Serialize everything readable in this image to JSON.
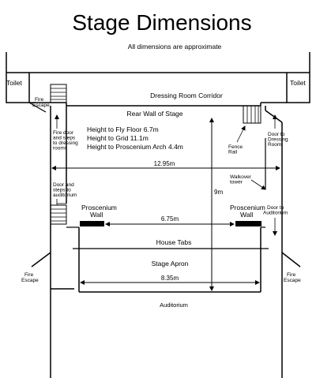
{
  "header": {
    "title": "Stage Dimensions",
    "subtitle": "All dimensions are approximate"
  },
  "rooms": {
    "toilet_left": "Toilet",
    "toilet_right": "Toilet",
    "corridor": "Dressing Room Corridor",
    "rear_wall": "Rear Wall of Stage",
    "house_tabs": "House Tabs",
    "stage_apron": "Stage Apron",
    "auditorium": "Auditorium"
  },
  "heights": [
    "Height to Fly Floor 6.7m",
    "Height to Grid 11.1m",
    "Height to Proscenium Arch 4.4m"
  ],
  "dimensions": {
    "width_rear": "12.95m",
    "depth": "9m",
    "proscenium_opening": "6.75m",
    "apron_width": "8.35m"
  },
  "labels": {
    "fire_escape_top": [
      "Fire",
      "Escape"
    ],
    "fire_door_steps": [
      "Fire door",
      "and steps",
      "to dressing",
      "rooms"
    ],
    "door_steps_auditorium": [
      "Door and",
      "steps to",
      "auditorium"
    ],
    "proscenium_left": [
      "Proscenium",
      "Wall"
    ],
    "proscenium_right": [
      "Proscenium",
      "Wall"
    ],
    "fenced_rail": [
      "Fence",
      "Rail"
    ],
    "door_dressing_room": [
      "Door to",
      "Dressing",
      "Room."
    ],
    "walkover_tower": [
      "Walkover",
      "tower"
    ],
    "door_auditorium": [
      "Door to",
      "Auditorium"
    ],
    "fire_escape_left": [
      "Fire",
      "Escape"
    ],
    "fire_escape_right": [
      "Fire",
      "Escape"
    ]
  }
}
